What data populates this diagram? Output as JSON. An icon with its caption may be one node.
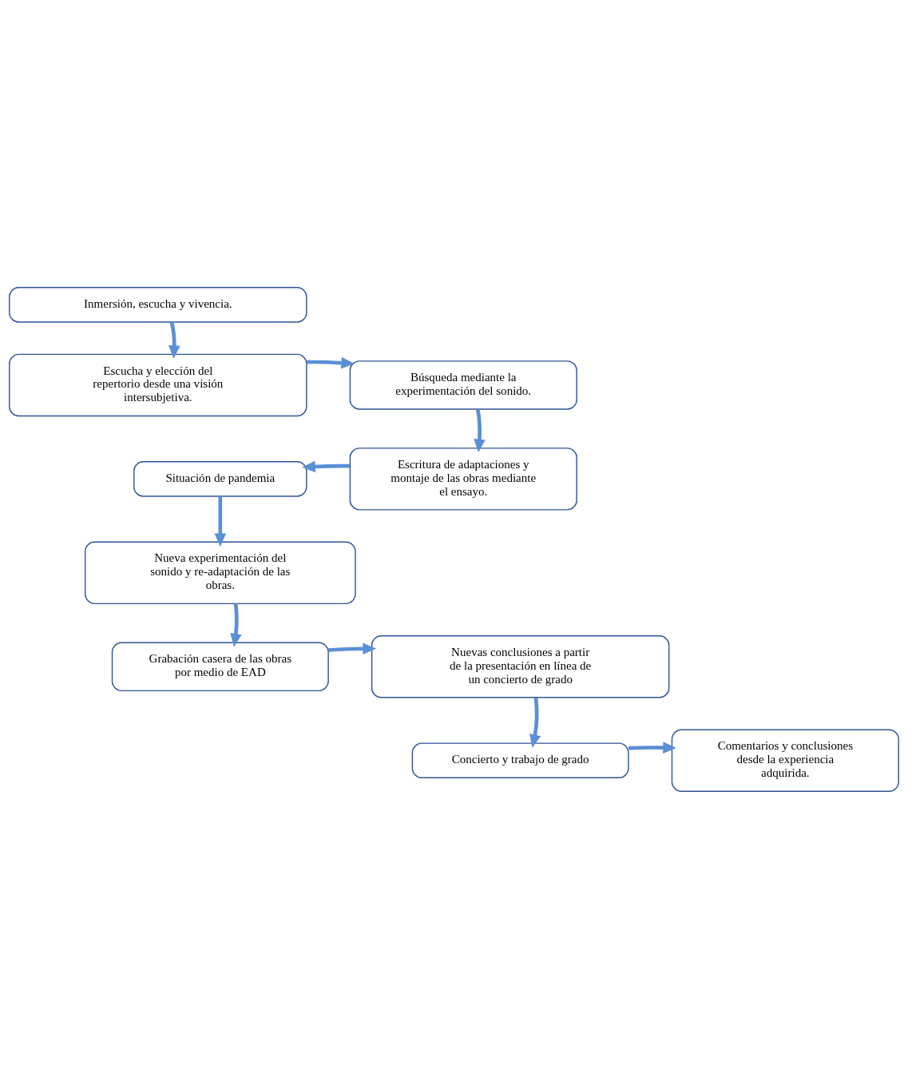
{
  "diagram": {
    "nodes": [
      {
        "text": [
          "Inmersión, escucha y vivencia."
        ]
      },
      {
        "text": [
          "Escucha y elección del repertorio desde una visión intersubjetiva."
        ]
      },
      {
        "text": [
          "Búsqueda mediante la experimentación del sonido."
        ]
      },
      {
        "text": [
          "Escritura de adaptaciones y montaje de las obras mediante el ensayo."
        ]
      },
      {
        "text": [
          "Situación de pandemia"
        ]
      },
      {
        "text": [
          "Nueva experimentación del sonido y re-adaptación de las obras."
        ]
      },
      {
        "text": [
          "Grabación casera de las obras por medio de EAD"
        ]
      },
      {
        "text": [
          "Nuevas conclusiones a partir de la presentación en línea de un concierto de grado"
        ]
      },
      {
        "text": [
          "Concierto y trabajo de grado"
        ]
      },
      {
        "text": [
          "Comentarios y conclusiones desde la experiencia adquirida."
        ]
      }
    ],
    "edges": [
      {
        "from": 0,
        "to": 1,
        "arrow": "to"
      },
      {
        "from": 1,
        "to": 2,
        "arrow": "to"
      },
      {
        "from": 2,
        "to": 3,
        "arrow": "to"
      },
      {
        "from": 3,
        "to": 4,
        "arrow": "to"
      },
      {
        "from": 4,
        "to": 5,
        "arrow": "to"
      },
      {
        "from": 5,
        "to": 6,
        "arrow": "to"
      },
      {
        "from": 6,
        "to": 7,
        "arrow": "to"
      },
      {
        "from": 7,
        "to": 8,
        "arrow": "to"
      },
      {
        "from": 8,
        "to": 9,
        "arrow": "to"
      }
    ]
  }
}
